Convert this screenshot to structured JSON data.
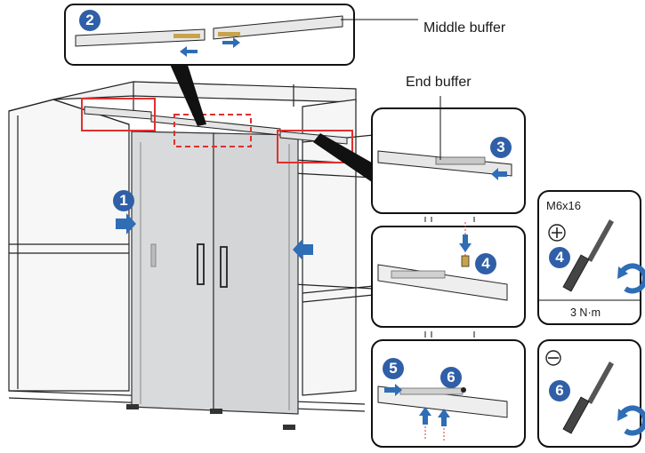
{
  "callouts": {
    "middle_buffer": "Middle buffer",
    "end_buffer": "End buffer"
  },
  "steps": {
    "s1": "1",
    "s2": "2",
    "s3": "3",
    "s4a": "4",
    "s4b": "4",
    "s5": "5",
    "s6a": "6",
    "s6b": "6"
  },
  "tool_panel": {
    "screw_spec": "M6x16",
    "torque": "3 N·m"
  },
  "colors": {
    "step_badge": "#2f5fa7",
    "arrow": "#2f6db5",
    "highlight_box": "#e0302e",
    "line": "#222222"
  }
}
